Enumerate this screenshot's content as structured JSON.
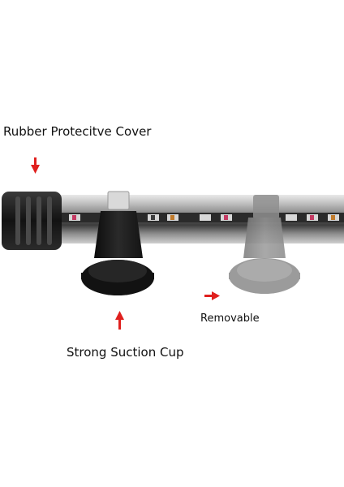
{
  "labels": {
    "cover": "Rubber Protecitve Cover",
    "suction_cup": "Strong Suction Cup",
    "removable": "Removable"
  },
  "colors": {
    "arrow": "#e0201e",
    "background": "#ffffff",
    "cap": "#1a1a1a",
    "ghost_cup": "#8c8c8c"
  }
}
